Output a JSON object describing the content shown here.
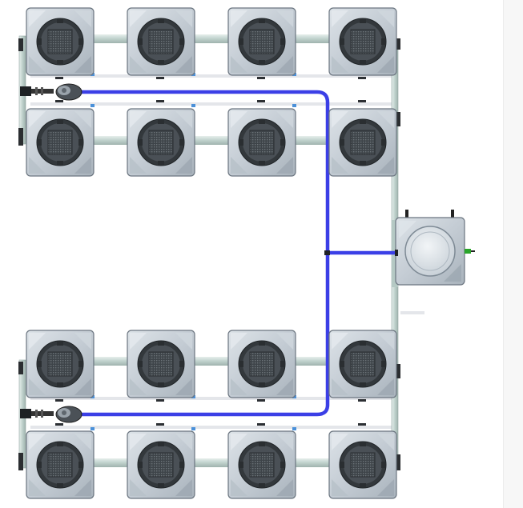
{
  "layout": {
    "title": "",
    "groups": [
      {
        "id": "top",
        "rows": 2,
        "columns": 4,
        "pots": 8,
        "feed_inlet": "left"
      },
      {
        "id": "bottom",
        "rows": 2,
        "columns": 4,
        "pots": 8,
        "feed_inlet": "left"
      }
    ],
    "total_pots": 16,
    "controller": {
      "type": "reservoir-tank",
      "position": "right-middle",
      "outlet": "green-valve"
    }
  },
  "colors": {
    "pot_body": "#c4ccd4",
    "pot_dark": "#4a5056",
    "pot_outline": "#6b7580",
    "feed_line": "#3b3fe6",
    "pipe": "#c9d8d4",
    "connector_accent": "#4a90d9",
    "valve_green": "#2aa52a"
  },
  "icons": {
    "pot": "grow-pot-icon",
    "tank": "reservoir-tank-icon",
    "pump": "inlet-pump-icon"
  }
}
